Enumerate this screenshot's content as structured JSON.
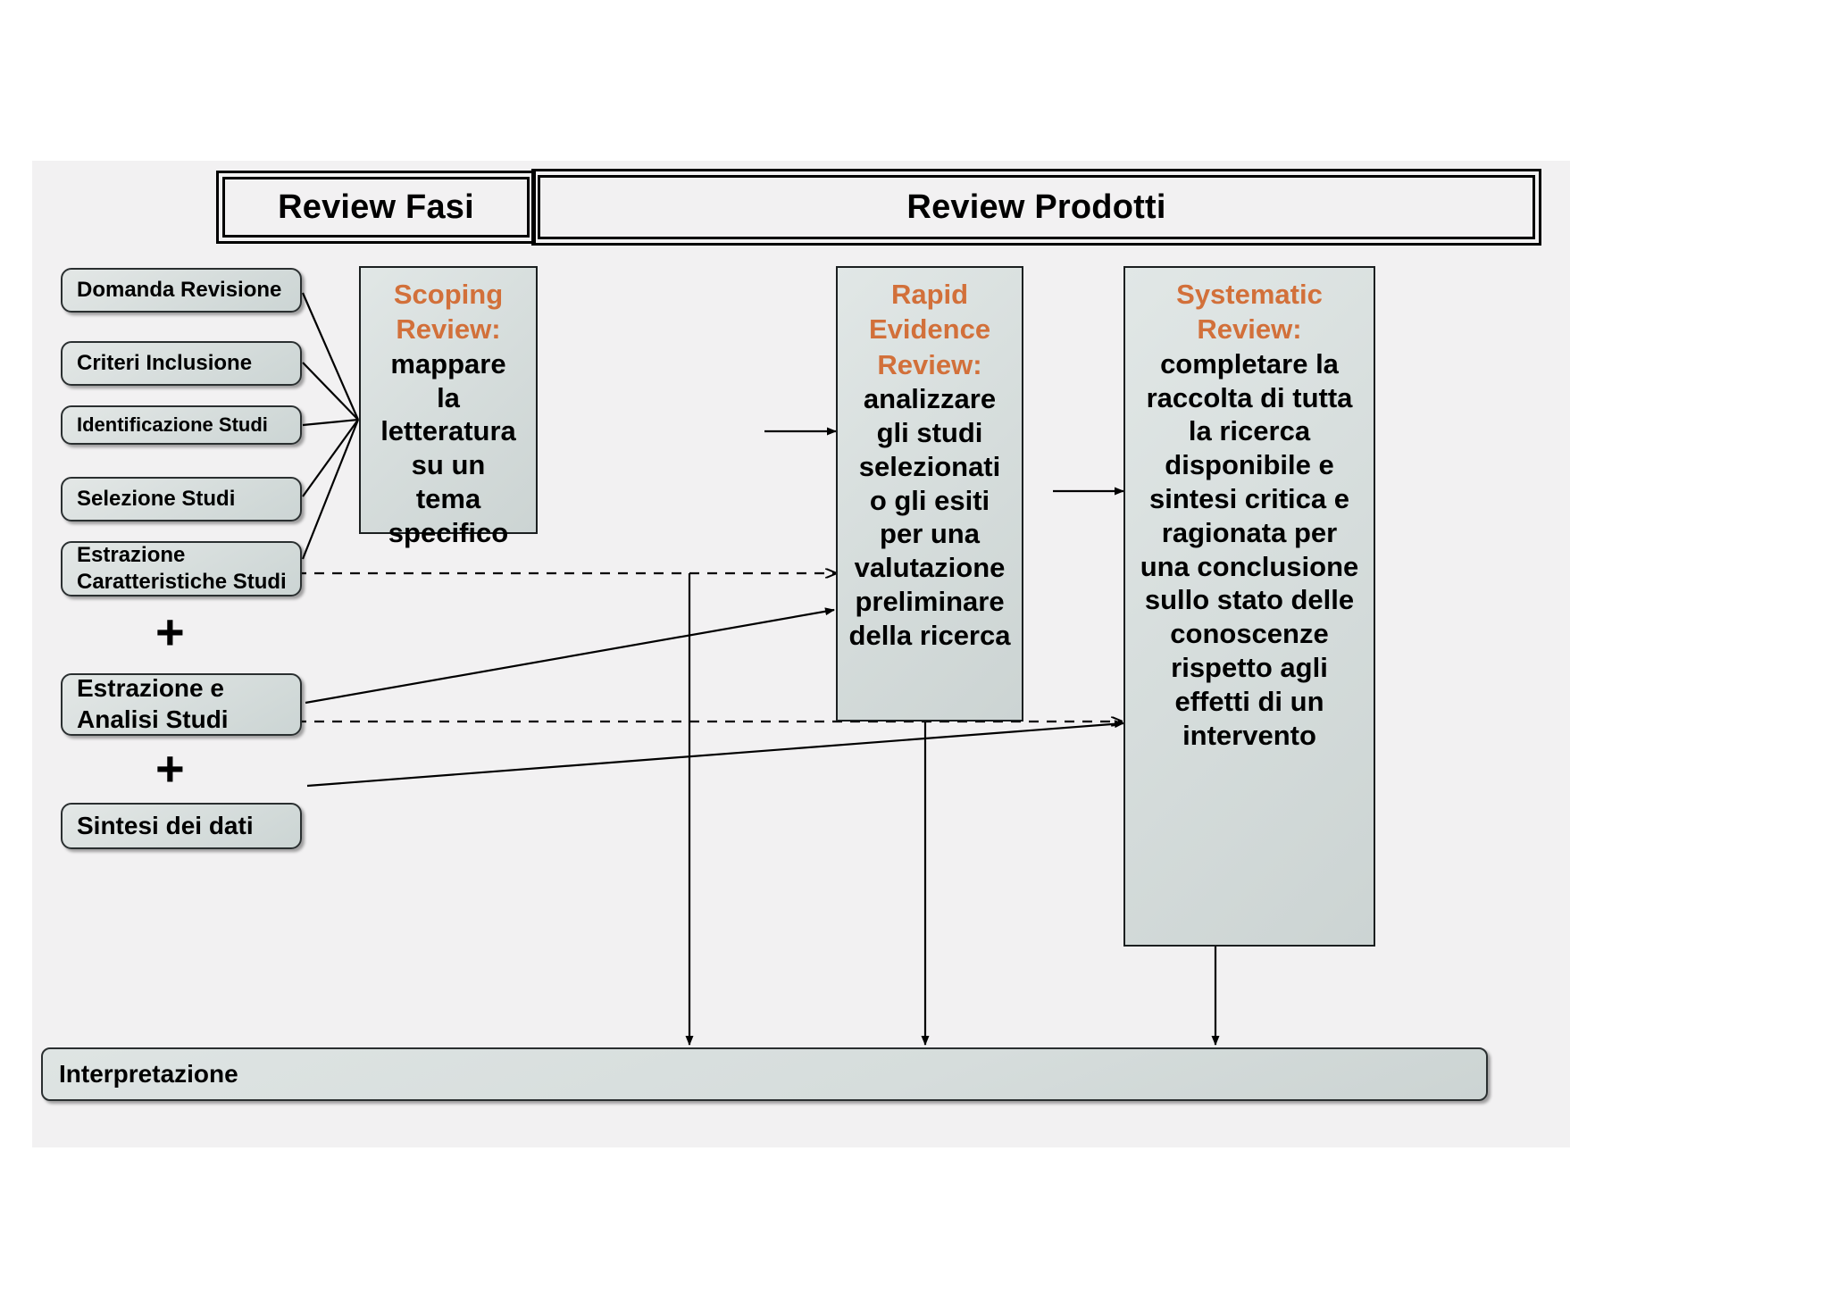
{
  "headers": {
    "left": "Review Fasi",
    "right": "Review Prodotti"
  },
  "phases": [
    {
      "label": "Domanda Revisione"
    },
    {
      "label": "Criteri Inclusione"
    },
    {
      "label": "Identificazione Studi"
    },
    {
      "label": "Selezione Studi"
    },
    {
      "label": "Estrazione Caratteristiche Studi",
      "line1": "Estrazione",
      "line2": "Caratteristiche Studi"
    },
    {
      "label": "Estrazione e Analisi Studi",
      "line1": "Estrazione e",
      "line2": "Analisi Studi"
    },
    {
      "label": "Sintesi dei dati"
    }
  ],
  "connectors": {
    "plus_symbol": "+"
  },
  "products": [
    {
      "id": "scoping-review",
      "title": "Scoping Review:",
      "title_line1": "Scoping",
      "title_line2": "Review:",
      "body": "mappare la letteratura su un tema specifico",
      "body_lines": [
        "mappare",
        "la",
        "letteratura",
        "su un",
        "tema",
        "specifico"
      ]
    },
    {
      "id": "rapid-evidence-review",
      "title": "Rapid Evidence Review:",
      "title_line1": "Rapid",
      "title_line2": "Evidence",
      "title_line3": "Review:",
      "body": "analizzare gli studi selezionati o gli esiti per una valutazione preliminare della ricerca",
      "body_lines": [
        "analizzare",
        "gli studi",
        "selezionati",
        "o gli esiti",
        "per una",
        "valutazione",
        "preliminare",
        "della ricerca"
      ]
    },
    {
      "id": "systematic-review",
      "title": "Systematic Review:",
      "title_line1": "Systematic",
      "title_line2": "Review:",
      "body": "completare la raccolta di tutta la ricerca disponibile e sintesi critica e ragionata per una conclusione sullo stato delle conoscenze rispetto agli effetti di un intervento",
      "body_lines": [
        "completare la",
        "raccolta di tutta",
        "la ricerca",
        "disponibile e",
        "sintesi critica e",
        "ragionata per",
        "una conclusione",
        "sullo stato delle",
        "conoscenze",
        "rispetto agli",
        "effetti di un",
        "intervento"
      ]
    }
  ],
  "footer": {
    "label": "Interpretazione"
  },
  "colors": {
    "accent_orange": "#d2703a",
    "box_fill": "#d7dedd",
    "slide_background": "#f2f1f2",
    "text": "#000000",
    "border": "#1b1f20"
  }
}
